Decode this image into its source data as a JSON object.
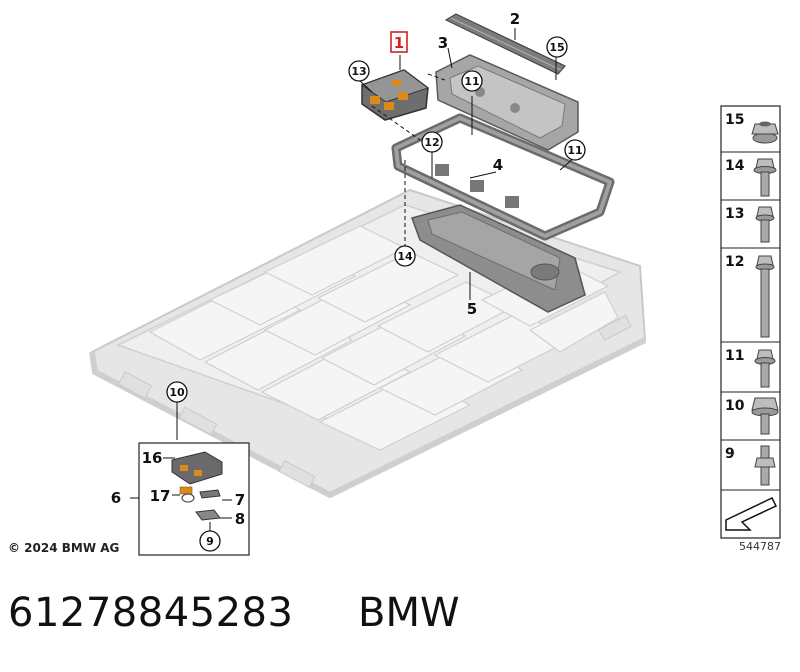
{
  "callouts": {
    "c1": "1",
    "c2": "2",
    "c3": "3",
    "c4": "4",
    "c5": "5",
    "c6": "6",
    "c7": "7",
    "c8": "8",
    "c9": "9",
    "c10": "10",
    "c11a": "11",
    "c11b": "11",
    "c12": "12",
    "c13": "13",
    "c14": "14",
    "c15": "15",
    "c16": "16",
    "c17": "17"
  },
  "legend": [
    {
      "num": "15",
      "icon": "flange-nut-icon"
    },
    {
      "num": "14",
      "icon": "hex-bolt-with-washer-icon"
    },
    {
      "num": "13",
      "icon": "short-hex-bolt-icon"
    },
    {
      "num": "12",
      "icon": "long-hex-bolt-icon"
    },
    {
      "num": "11",
      "icon": "flange-bolt-icon"
    },
    {
      "num": "10",
      "icon": "large-flange-nut-icon"
    },
    {
      "num": "9",
      "icon": "stud-bolt-icon"
    }
  ],
  "copyright": "© 2024 BMW AG",
  "image_code": "544787",
  "part_number": "61278845283",
  "brand": "BMW",
  "colors": {
    "highlight": "#d62020",
    "line": "#111111",
    "ghost": "#d9d9d9",
    "part": "#8a8a8a"
  }
}
